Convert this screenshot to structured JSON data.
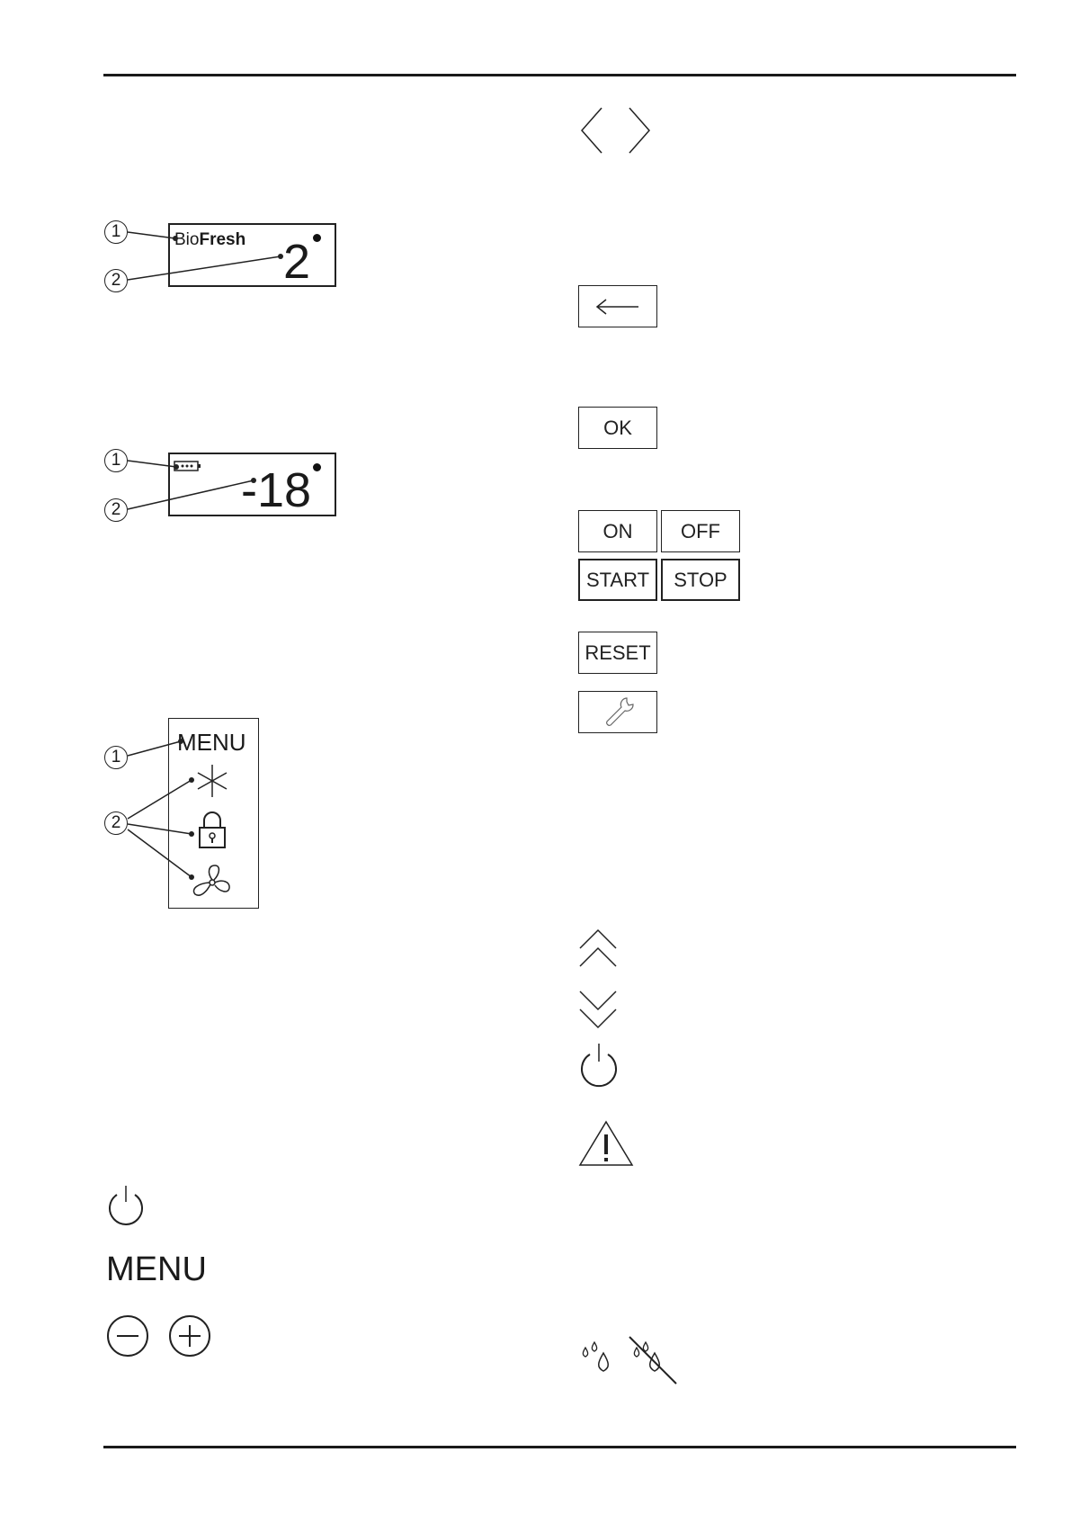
{
  "display1": {
    "bio": "Bio",
    "fresh": "Fresh",
    "temperature": "2",
    "callouts": [
      "1",
      "2"
    ]
  },
  "display2": {
    "temperature": "-18",
    "callouts": [
      "1",
      "2"
    ]
  },
  "display3": {
    "menu": "MENU",
    "callouts": [
      "1",
      "2"
    ]
  },
  "left_symbols": {
    "menu": "MENU"
  },
  "buttons": {
    "ok": "OK",
    "on": "ON",
    "off": "OFF",
    "start": "START",
    "stop": "STOP",
    "reset": "RESET"
  },
  "icons": [
    "chevron-left-icon",
    "chevron-right-icon",
    "arrow-left-icon",
    "wrench-icon",
    "double-chevron-up-icon",
    "double-chevron-down-icon",
    "power-icon",
    "warning-icon",
    "drops-icon",
    "drops-off-icon",
    "snowflake-icon",
    "lock-icon",
    "fan-icon",
    "minus-circle-icon",
    "plus-circle-icon",
    "battery-icon"
  ]
}
